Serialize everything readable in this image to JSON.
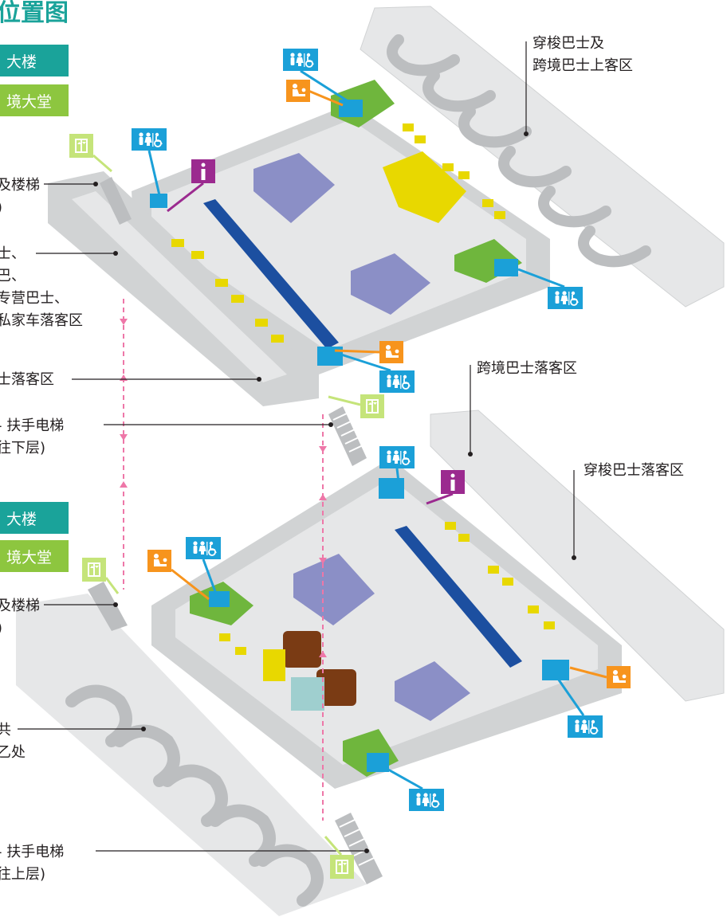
{
  "map": {
    "title": "位置图",
    "colors": {
      "teal": "#1aa39a",
      "green": "#8dc63f",
      "lime": "#c5e47a",
      "blue": "#1ba0d8",
      "orange": "#f7941d",
      "purple": "#9b2a8f",
      "pink_dashed": "#ee77a8",
      "hall": "#d1d3d4",
      "floor": "#e6e7e8",
      "block": "#8b8fc6",
      "shop_yellow": "#e8d800",
      "shop_green": "#6fb63d",
      "corridor_blue": "#1c4fa0",
      "restaurant_brown": "#7a3b14"
    },
    "legend_upper": {
      "building": "大楼",
      "hall": "境大堂"
    },
    "legend_lower": {
      "building": "大楼",
      "hall": "境大堂"
    },
    "labels": {
      "stairs_upper": "及楼梯",
      "stairs_upper_sub": ")",
      "dropoff_line1": "士、",
      "dropoff_line2": "巴、",
      "dropoff_line3": "专营巴士、",
      "dropoff_line4": "私家车落客区",
      "bus_dropoff_upper": "士落客区",
      "escalator_upper": "- 扶手电梯",
      "escalator_upper_sub": "往下层)",
      "shuttle_pickup_line1": "穿梭巴士及",
      "shuttle_pickup_line2": "跨境巴士上客区",
      "crossborder_dropoff": "跨境巴士落客区",
      "shuttle_dropoff": "穿梭巴士落客区",
      "stairs_lower": "及楼梯",
      "stairs_lower_sub": ")",
      "public_line1": "共",
      "public_line2": "乙处",
      "escalator_lower": "- 扶手电梯",
      "escalator_lower_sub": "往上层)"
    },
    "icons": {
      "toilet": "toilet-accessible-icon",
      "baby_care": "baby-care-icon",
      "info": "info-icon",
      "lift": "lift-icon"
    },
    "icon_glyphs": {
      "toilet": "🚹🚺♿",
      "info": "i",
      "lift": "⇅"
    }
  }
}
